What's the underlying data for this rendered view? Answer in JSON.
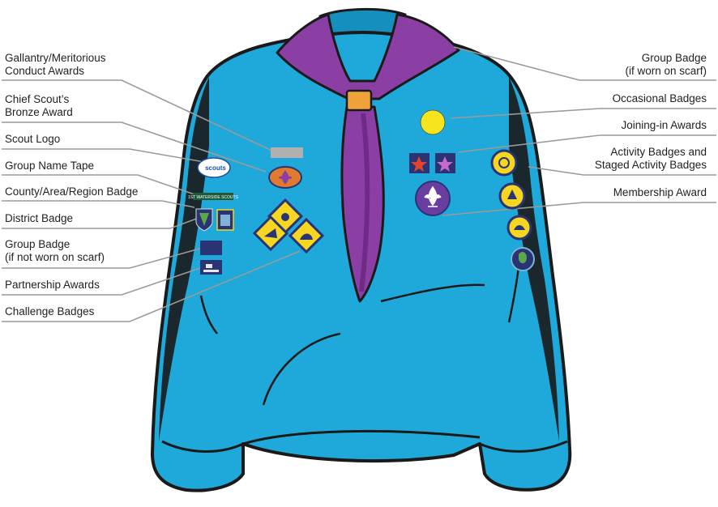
{
  "left_labels": [
    {
      "id": "gallantry",
      "lines": [
        "Gallantry/Meritorious",
        "Conduct Awards"
      ]
    },
    {
      "id": "chief-scout",
      "lines": [
        "Chief Scout’s",
        "Bronze Award"
      ]
    },
    {
      "id": "scout-logo",
      "lines": [
        "Scout Logo"
      ]
    },
    {
      "id": "group-name-tape",
      "lines": [
        "Group Name Tape"
      ]
    },
    {
      "id": "county-badge",
      "lines": [
        "County/Area/Region Badge"
      ]
    },
    {
      "id": "district-badge",
      "lines": [
        "District Badge"
      ]
    },
    {
      "id": "group-badge-not-scarf",
      "lines": [
        "Group Badge",
        "(if not worn on scarf)"
      ]
    },
    {
      "id": "partnership-awards",
      "lines": [
        "Partnership Awards"
      ]
    },
    {
      "id": "challenge-badges",
      "lines": [
        "Challenge Badges"
      ]
    }
  ],
  "right_labels": [
    {
      "id": "group-badge-scarf",
      "lines": [
        "Group Badge",
        "(if worn on scarf)"
      ]
    },
    {
      "id": "occasional-badges",
      "lines": [
        "Occasional Badges"
      ]
    },
    {
      "id": "joining-in-awards",
      "lines": [
        "Joining-in Awards"
      ]
    },
    {
      "id": "activity-badges",
      "lines": [
        "Activity Badges and",
        "Staged Activity Badges"
      ]
    },
    {
      "id": "membership-award",
      "lines": [
        "Membership Award"
      ]
    }
  ],
  "patch_text": {
    "scouts_logo": "scouts",
    "name_tape": "1ST WATERSIDE SCOUTS"
  },
  "colors": {
    "jumper": "#1EA9DA",
    "jumper_dark": "#1590BE",
    "outline": "#1a1a1a",
    "scarf": "#8B3EA3",
    "scarf_dark": "#6E2C86",
    "woggle": "#F0A23A",
    "leader_line": "#9a9a9a",
    "badge_yellow": "#F6D620",
    "badge_navy": "#2A3474",
    "membership_purple": "#6A3EA0"
  }
}
